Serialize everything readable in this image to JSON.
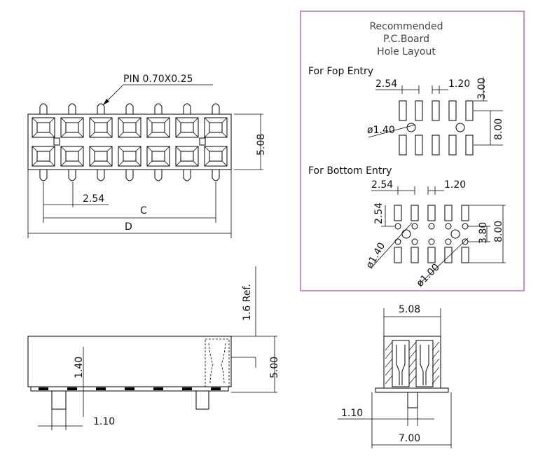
{
  "recommended_box": {
    "title_line1": "Recommended",
    "title_line2": "P.C.Board",
    "title_line3": "Hole Layout",
    "top_entry_label": "For Fop Entry",
    "bottom_entry_label": "For Bottom Entry",
    "top_pitch": "2.54",
    "top_width": "1.20",
    "top_pad_len": "3.00",
    "top_row_span": "8.00",
    "top_hole_dia": "ø1.40",
    "bottom_pitch": "2.54",
    "bottom_width": "1.20",
    "bottom_vert_pitch": "2.54",
    "bottom_row_span": "8.00",
    "bottom_hole_gap": "3.80",
    "bottom_hole_dia_large": "ø1.40",
    "bottom_hole_dia_small": "ø1.00"
  },
  "top_view": {
    "pin_label": "PIN 0.70X0.25",
    "height_dim": "5.08",
    "pitch_dim": "2.54",
    "c_dim": "C",
    "d_dim": "D"
  },
  "front_view": {
    "ref_dim": "1.6 Ref.",
    "pin_len_dim": "1.40",
    "height_dim": "5.00",
    "pin_width_dim": "1.10"
  },
  "side_view": {
    "top_width_dim": "5.08",
    "pin_width_dim": "1.10",
    "base_width_dim": "7.00"
  }
}
